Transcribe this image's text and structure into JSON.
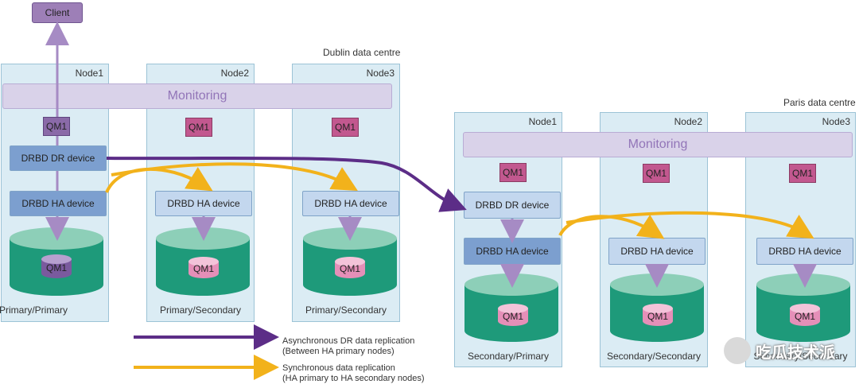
{
  "client_label": "Client",
  "dublin": {
    "label": "Dublin data centre",
    "nodes": [
      {
        "title": "Node1",
        "qm": "QM1",
        "device": "DRBD HA device",
        "disk_qm": "QM1",
        "status": "Primary/Primary",
        "dr_device": "DRBD DR device"
      },
      {
        "title": "Node2",
        "qm": "QM1",
        "device": "DRBD HA device",
        "disk_qm": "QM1",
        "status": "Primary/Secondary"
      },
      {
        "title": "Node3",
        "qm": "QM1",
        "device": "DRBD HA device",
        "disk_qm": "QM1",
        "status": "Primary/Secondary"
      }
    ],
    "monitoring": "Monitoring"
  },
  "paris": {
    "label": "Paris data centre",
    "nodes": [
      {
        "title": "Node1",
        "qm": "QM1",
        "dr_device": "DRBD DR device",
        "device": "DRBD HA device",
        "disk_qm": "QM1",
        "status": "Secondary/Primary"
      },
      {
        "title": "Node2",
        "qm": "QM1",
        "device": "DRBD HA device",
        "disk_qm": "QM1",
        "status": "Secondary/Secondary"
      },
      {
        "title": "Node3",
        "qm": "QM1",
        "device": "DRBD HA device",
        "disk_qm": "QM1",
        "status": "Secondary/Secondary"
      }
    ],
    "monitoring": "Monitoring"
  },
  "legend": {
    "async_line1": "Asynchronous DR data replication",
    "async_line2": "(Between HA primary nodes)",
    "sync_line1": "Synchronous data replication",
    "sync_line2": "(HA primary to HA secondary nodes)",
    "async_color": "#5c2d87",
    "sync_color": "#f2b21b"
  },
  "watermark": "吃瓜技术派",
  "colors": {
    "node_bg": "#dbecf4",
    "disk_green": "#1e9a7a",
    "qm_pink": "#c2588f",
    "arrow_lilac": "#a68bc4"
  }
}
